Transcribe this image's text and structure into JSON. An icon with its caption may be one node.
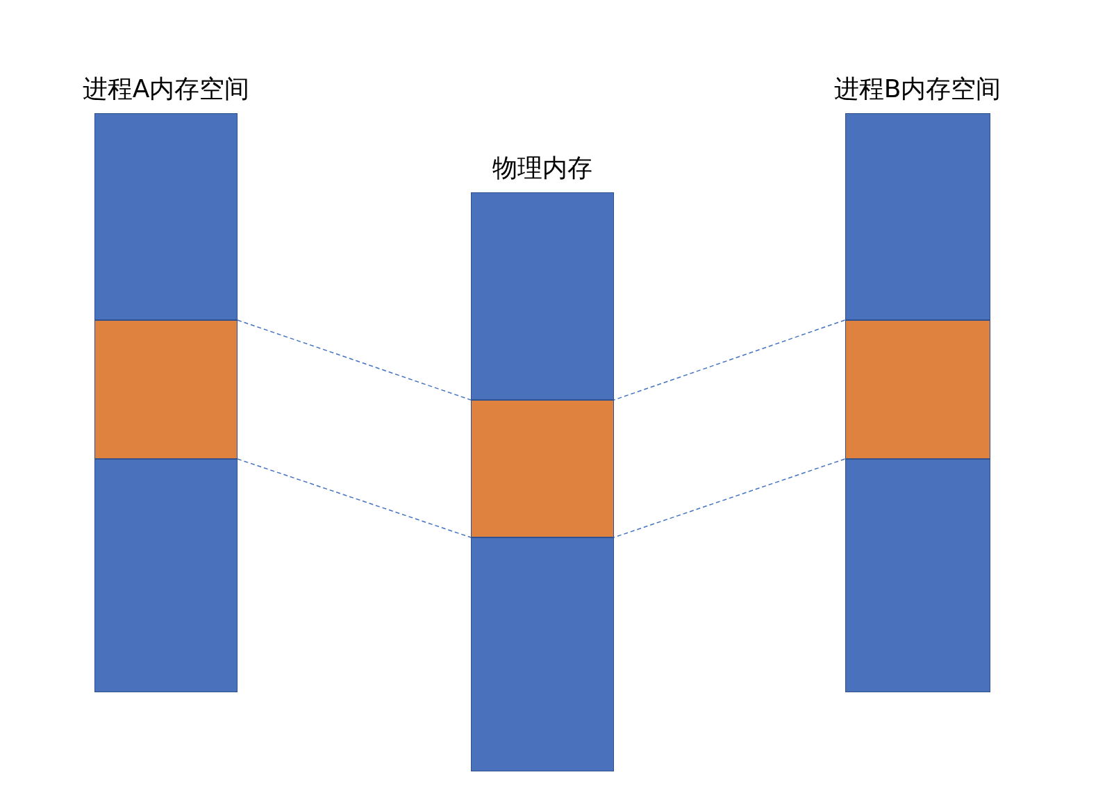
{
  "diagram": {
    "nodes": [
      {
        "text": [
          "进程A内存空间"
        ]
      },
      {
        "text": [],
        "shape": "box",
        "in": 0
      },
      {
        "text": [],
        "shape": "box",
        "in": 0
      },
      {
        "text": [],
        "shape": "box",
        "in": 0
      },
      {
        "text": [
          "物理内存"
        ]
      },
      {
        "text": [],
        "shape": "box",
        "in": 4
      },
      {
        "text": [],
        "shape": "box",
        "in": 4
      },
      {
        "text": [],
        "shape": "box",
        "in": 4
      },
      {
        "text": [
          "进程B内存空间"
        ]
      },
      {
        "text": [],
        "shape": "box",
        "in": 8
      },
      {
        "text": [],
        "shape": "box",
        "in": 8
      },
      {
        "text": [],
        "shape": "box",
        "in": 8
      }
    ],
    "edges": [
      {
        "from": 2,
        "to": 6,
        "arrow": "none",
        "style": "dashed"
      },
      {
        "from": 2,
        "to": 6,
        "arrow": "none",
        "style": "dashed"
      },
      {
        "from": 10,
        "to": 6,
        "arrow": "none",
        "style": "dashed"
      },
      {
        "from": 10,
        "to": 6,
        "arrow": "none",
        "style": "dashed"
      }
    ]
  }
}
